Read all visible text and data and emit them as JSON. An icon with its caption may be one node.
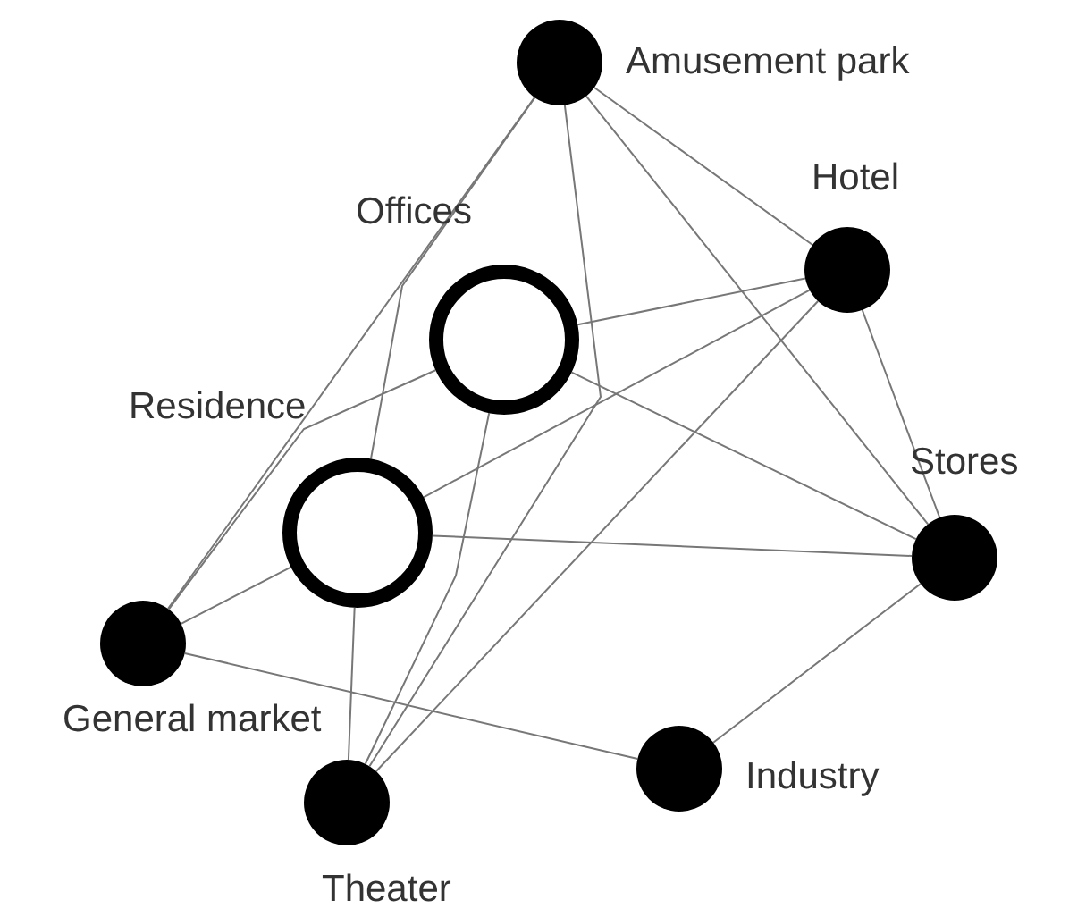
{
  "diagram": {
    "nodes": [
      {
        "text": [
          "Amusement park"
        ]
      },
      {
        "text": [
          "Hotel"
        ]
      },
      {
        "text": [
          "Offices"
        ]
      },
      {
        "text": [
          "Residence"
        ]
      },
      {
        "text": [
          "Stores"
        ]
      },
      {
        "text": [
          "General market"
        ]
      },
      {
        "text": [
          "Industry"
        ]
      },
      {
        "text": [
          "Theater"
        ]
      }
    ],
    "edges": [
      {
        "from": 0,
        "to": 5,
        "arrow": "none"
      },
      {
        "from": 0,
        "to": 3,
        "arrow": "none"
      },
      {
        "from": 0,
        "to": 7,
        "arrow": "none"
      },
      {
        "from": 0,
        "to": 1,
        "arrow": "none"
      },
      {
        "from": 0,
        "to": 4,
        "arrow": "none"
      },
      {
        "from": 2,
        "to": 1,
        "arrow": "none"
      },
      {
        "from": 3,
        "to": 1,
        "arrow": "none"
      },
      {
        "from": 1,
        "to": 7,
        "arrow": "none"
      },
      {
        "from": 1,
        "to": 4,
        "arrow": "none"
      },
      {
        "from": 2,
        "to": 4,
        "arrow": "none"
      },
      {
        "from": 2,
        "to": 5,
        "arrow": "none"
      },
      {
        "from": 2,
        "to": 7,
        "arrow": "none"
      },
      {
        "from": 3,
        "to": 4,
        "arrow": "none"
      },
      {
        "from": 3,
        "to": 5,
        "arrow": "none"
      },
      {
        "from": 3,
        "to": 7,
        "arrow": "none"
      },
      {
        "from": 5,
        "to": 6,
        "arrow": "none"
      },
      {
        "from": 6,
        "to": 4,
        "arrow": "none"
      }
    ]
  }
}
